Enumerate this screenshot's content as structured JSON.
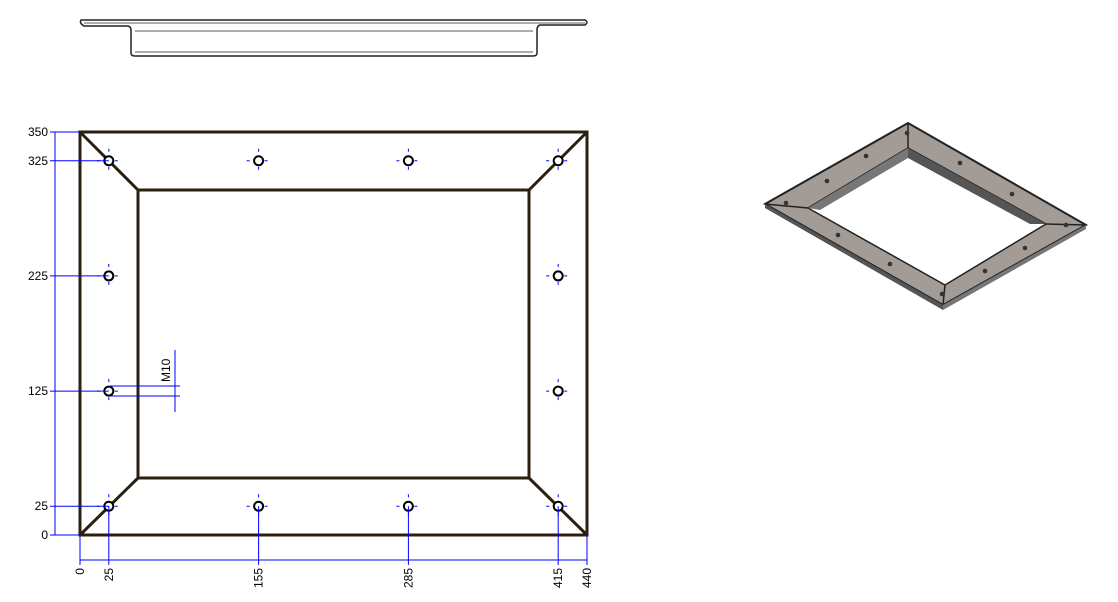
{
  "drawing": {
    "width_mm": 440,
    "height_mm": 350,
    "x_dimensions": [
      "0",
      "25",
      "155",
      "285",
      "415",
      "440"
    ],
    "y_dimensions": [
      "0",
      "25",
      "125",
      "225",
      "325",
      "350"
    ],
    "hole_x": [
      25,
      155,
      285,
      415
    ],
    "hole_y": [
      25,
      125,
      225,
      325
    ],
    "hole_label": "M10",
    "colors": {
      "outline": "#2a1f10",
      "dimension": "#0000ff",
      "iso_face": "#a39c96",
      "iso_inner": "#555555"
    }
  }
}
